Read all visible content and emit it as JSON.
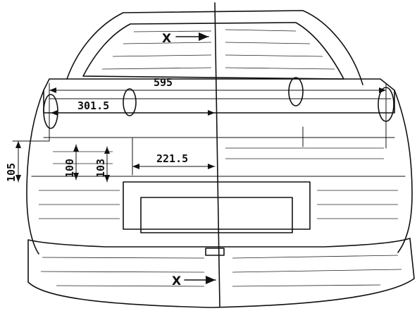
{
  "diagram": {
    "section_mark_top": "X",
    "section_mark_bottom": "X",
    "dimensions": {
      "overall_width": "595",
      "lamp_to_center": "301.5",
      "center_to_bracket": "221.5",
      "height_left": "105",
      "height_mid": "100",
      "height_inner": "103"
    }
  },
  "colors": {
    "ink": "#111111",
    "paper": "#ffffff"
  }
}
